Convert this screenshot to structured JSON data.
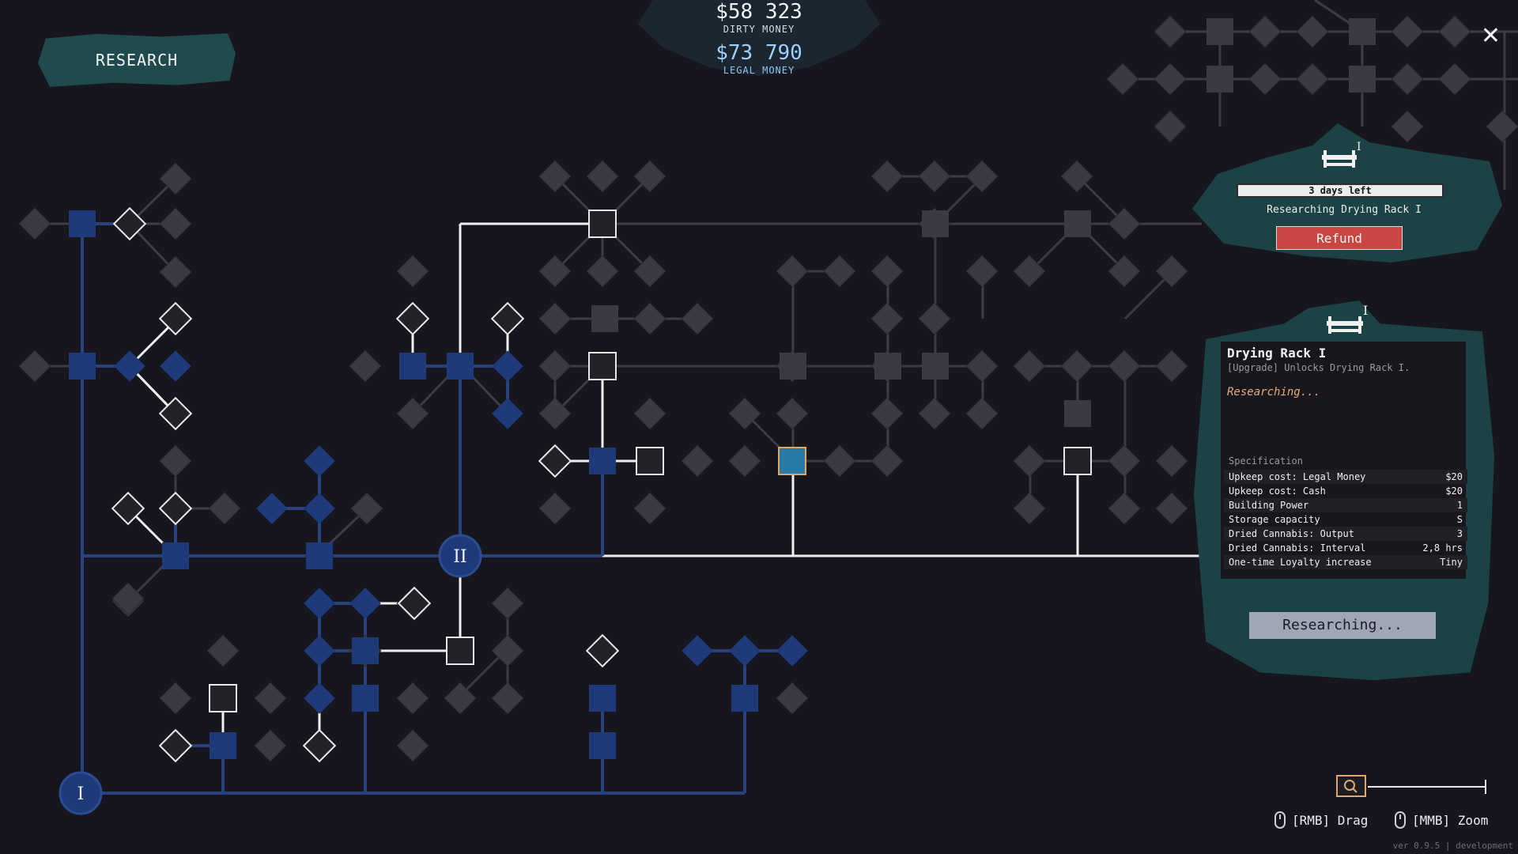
{
  "header": {
    "title": "RESEARCH"
  },
  "money": {
    "dirty_value": "$58 323",
    "dirty_label": "DIRTY MONEY",
    "legal_value": "$73 790",
    "legal_label": "LEGAL MONEY"
  },
  "close_icon": "close-icon",
  "tree": {
    "root_tier_1": "I",
    "root_tier_2": "II"
  },
  "research_progress": {
    "tier": "I",
    "days_left_text": "3 days left",
    "progress_fraction": 0.33,
    "status": "Researching Drying Rack I",
    "refund_label": "Refund",
    "icon": "drying-rack-icon"
  },
  "detail": {
    "tier": "I",
    "icon": "drying-rack-icon",
    "title": "Drying Rack I",
    "subtitle": "[Upgrade] Unlocks Drying Rack I.",
    "status": "Researching...",
    "spec_header": "Specification",
    "specs": [
      {
        "label": "Upkeep cost: Legal Money",
        "value": "$20"
      },
      {
        "label": "Upkeep cost: Cash",
        "value": "$20"
      },
      {
        "label": "Building Power",
        "value": "1"
      },
      {
        "label": "Storage capacity",
        "value": "S"
      },
      {
        "label": "Dried Cannabis: Output",
        "value": "3"
      },
      {
        "label": "Dried Cannabis: Interval",
        "value": "2,8 hrs"
      },
      {
        "label": "One-time Loyalty increase",
        "value": "Tiny"
      }
    ],
    "button_label": "Researching..."
  },
  "controls": {
    "drag_hint": "[RMB] Drag",
    "zoom_hint": "[MMB] Zoom",
    "zoom_icon": "search-icon"
  },
  "version": "ver 0.9.5 | development",
  "colors": {
    "bg": "#17161f",
    "unlocked": "#1e3a7a",
    "line_unlocked": "#26437f",
    "line_available": "#f0f0f0",
    "line_locked": "#3c3c44",
    "panel": "#1b4346",
    "refund": "#c94642",
    "accent": "#e0a868"
  }
}
